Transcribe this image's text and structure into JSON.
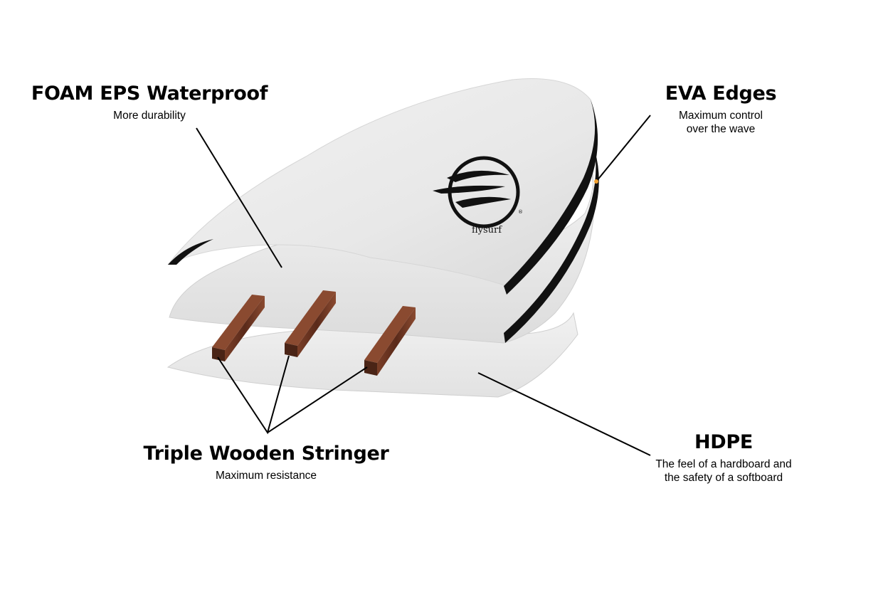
{
  "labels": {
    "foam": {
      "title": "FOAM EPS Waterproof",
      "subtitle": "More durability"
    },
    "eva": {
      "title": "EVA Edges",
      "subtitle_line1": "Maximum control",
      "subtitle_line2": "over the wave"
    },
    "stringer": {
      "title": "Triple Wooden Stringer",
      "subtitle": "Maximum resistance"
    },
    "hdpe": {
      "title": "HDPE",
      "subtitle_line1": "The feel of a hardboard and",
      "subtitle_line2": "the safety of a softboard"
    }
  },
  "logo": {
    "brand": "flysurf",
    "mark": "®"
  },
  "colors": {
    "board": "#e9e9e9",
    "board_shadow": "#d2d2d2",
    "rail": "#111111",
    "wood": "#6b3522",
    "wood_dark": "#4a2416",
    "accent_dot": "#f0a030"
  }
}
